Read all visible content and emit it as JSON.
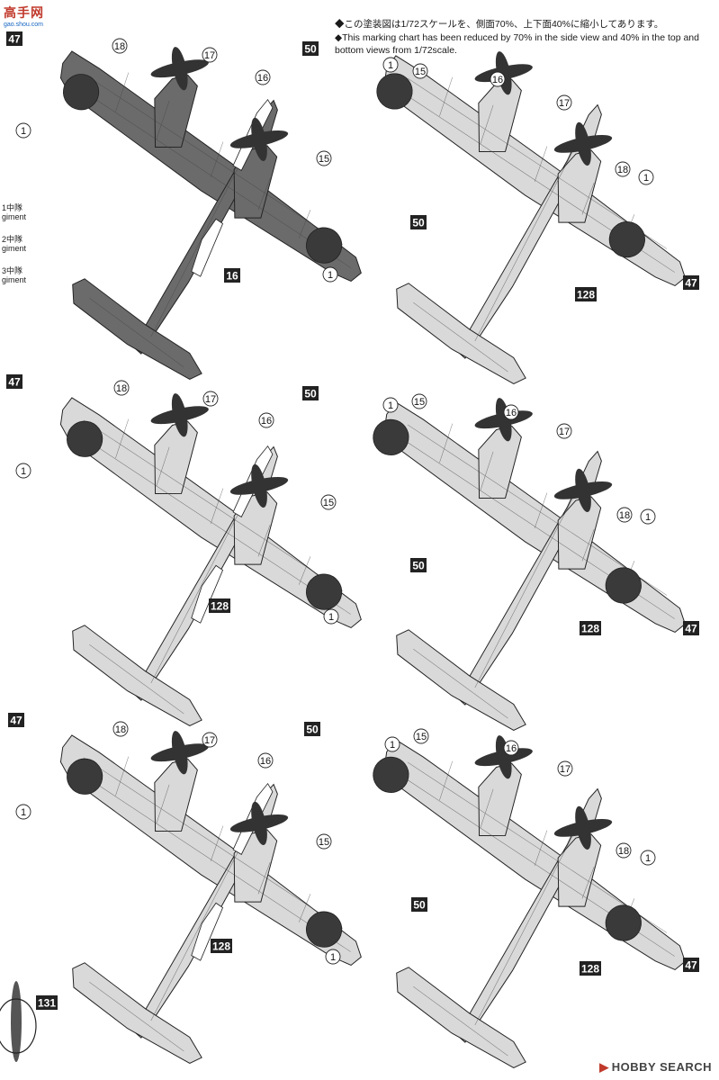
{
  "header": {
    "logo_text": "高手网",
    "logo_url": "gao.shou.com",
    "note_jp": "◆この塗装図は1/72スケールを、側面70%、上下面40%に縮小してあります。",
    "note_en": "◆This marking chart has been reduced by 70% in the side view and 40% in the top and bottom views from 1/72scale."
  },
  "legend": [
    {
      "line1": "1中隊",
      "line2": "giment"
    },
    {
      "line1": "2中隊",
      "line2": "giment"
    },
    {
      "line1": "3中隊",
      "line2": "giment"
    }
  ],
  "panels": [
    {
      "id": "top-left",
      "view": "top",
      "scheme": "dark-green",
      "callouts": [
        "47",
        "18",
        "17",
        "16",
        "15",
        "50",
        "16",
        "1",
        "1"
      ]
    },
    {
      "id": "top-right",
      "view": "bottom",
      "scheme": "grey",
      "callouts": [
        "50",
        "1",
        "15",
        "16",
        "17",
        "18",
        "1",
        "47",
        "128"
      ]
    },
    {
      "id": "mid-left",
      "view": "top",
      "scheme": "grey",
      "callouts": [
        "47",
        "18",
        "17",
        "16",
        "15",
        "50",
        "128",
        "1",
        "1"
      ]
    },
    {
      "id": "mid-right",
      "view": "bottom",
      "scheme": "grey",
      "callouts": [
        "50",
        "1",
        "15",
        "16",
        "17",
        "18",
        "1",
        "47",
        "128"
      ]
    },
    {
      "id": "bot-left",
      "view": "top",
      "scheme": "grey",
      "callouts": [
        "47",
        "18",
        "17",
        "16",
        "15",
        "50",
        "128",
        "1",
        "1"
      ]
    },
    {
      "id": "bot-right",
      "view": "bottom",
      "scheme": "grey",
      "callouts": [
        "50",
        "1",
        "15",
        "16",
        "17",
        "18",
        "1",
        "47",
        "128"
      ]
    }
  ],
  "extra_callout": "131",
  "footer": {
    "brand": "HOBBY SEARCH"
  },
  "colors": {
    "dark_green": "#6b6b6b",
    "grey": "#d9d9d9",
    "hinomaru": "#3a3a3a",
    "outline": "#222222"
  }
}
